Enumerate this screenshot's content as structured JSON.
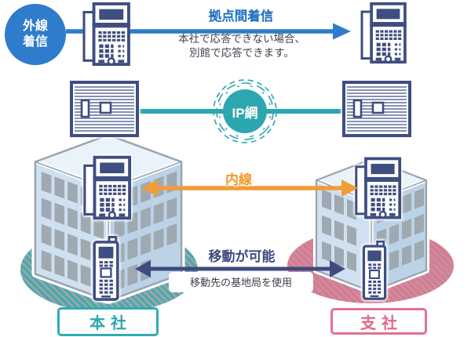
{
  "badges": {
    "external_call": {
      "line1": "外線",
      "line2": "着信"
    },
    "ip_network": "IP網"
  },
  "flows": {
    "intersite": {
      "title": "拠点間着信",
      "desc1": "本社で応答できない場合、",
      "desc2": "別館で応答できます。"
    },
    "extension": {
      "title": "内線"
    },
    "mobility": {
      "title": "移動が可能",
      "note": "移動先の基地局を使用"
    }
  },
  "sites": {
    "headquarters": "本社",
    "branch": "支社"
  },
  "icons": {
    "desk_phone": "desk-phone-icon",
    "cordless_phone": "cordless-phone-icon",
    "pbx_unit": "pbx-unit-icon",
    "office_building": "office-building-illustration",
    "coverage_area": "coverage-area-ellipse",
    "ip_network_rings": "sketch-rings-icon"
  },
  "colors": {
    "blue": "#2E7CCB",
    "blue_text": "#1E6DBF",
    "teal": "#2CA7B0",
    "orange": "#F09C38",
    "navy": "#3E4A80",
    "pink": "#E0708E",
    "text_dark": "#40444E"
  }
}
